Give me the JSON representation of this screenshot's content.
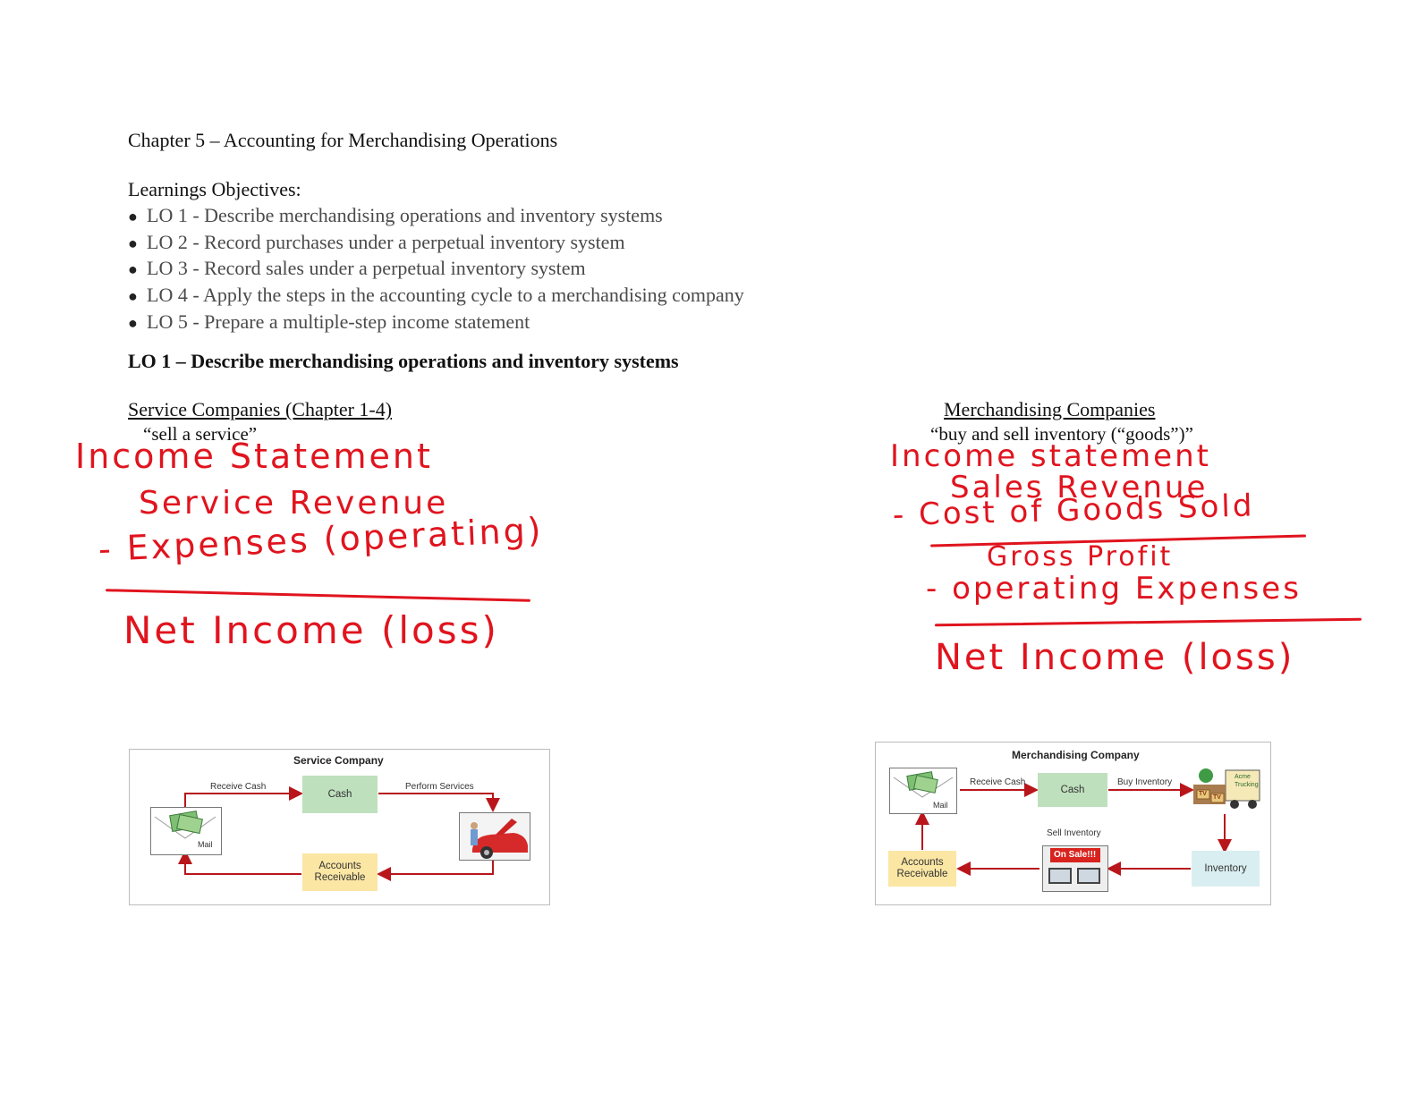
{
  "header": {
    "title": "Chapter 5 – Accounting for Merchandising Operations"
  },
  "objectives": {
    "heading": "Learnings Objectives:",
    "items": [
      "LO 1 - Describe merchandising operations and inventory systems",
      "LO 2 - Record purchases under a perpetual inventory system",
      "LO 3 - Record sales under a perpetual inventory system",
      "LO 4 - Apply the steps in the accounting cycle to a merchandising company",
      "LO 5 - Prepare a multiple-step income statement"
    ]
  },
  "section": {
    "title": "LO 1 – Describe merchandising operations and inventory systems"
  },
  "service": {
    "heading": "Service Companies (Chapter 1-4)",
    "subheading": "“sell a service”",
    "notes": [
      "Income Statement",
      "Service Revenue",
      "- Expenses (operating)",
      "Net Income (loss)"
    ],
    "figure": {
      "title": "Service Company",
      "receive_cash": "Receive Cash",
      "cash": "Cash",
      "perform_services": "Perform Services",
      "mail": "Mail",
      "accounts_receivable_1": "Accounts",
      "accounts_receivable_2": "Receivable"
    }
  },
  "merch": {
    "heading": "Merchandising Companies",
    "subheading": "“buy and sell inventory (“goods”)”",
    "notes": [
      "Income statement",
      "Sales Revenue",
      "- Cost of Goods Sold",
      "Gross Profit",
      "- operating Expenses",
      "Net Income (loss)"
    ],
    "figure": {
      "title": "Merchandising Company",
      "receive_cash": "Receive Cash",
      "cash": "Cash",
      "buy_inventory": "Buy Inventory",
      "mail": "Mail",
      "sell_inventory": "Sell Inventory",
      "on_sale": "On Sale!!!",
      "inventory": "Inventory",
      "accounts_receivable_1": "Accounts",
      "accounts_receivable_2": "Receivable",
      "truck_text_1": "Acme",
      "truck_text_2": "Trucking",
      "tv": "TV"
    }
  },
  "colors": {
    "ink": "#e0141e",
    "arrow": "#b8161b",
    "cash_box": "#bfe0bd",
    "ar_box": "#fbe6a4",
    "inventory_box": "#d9eef0"
  }
}
